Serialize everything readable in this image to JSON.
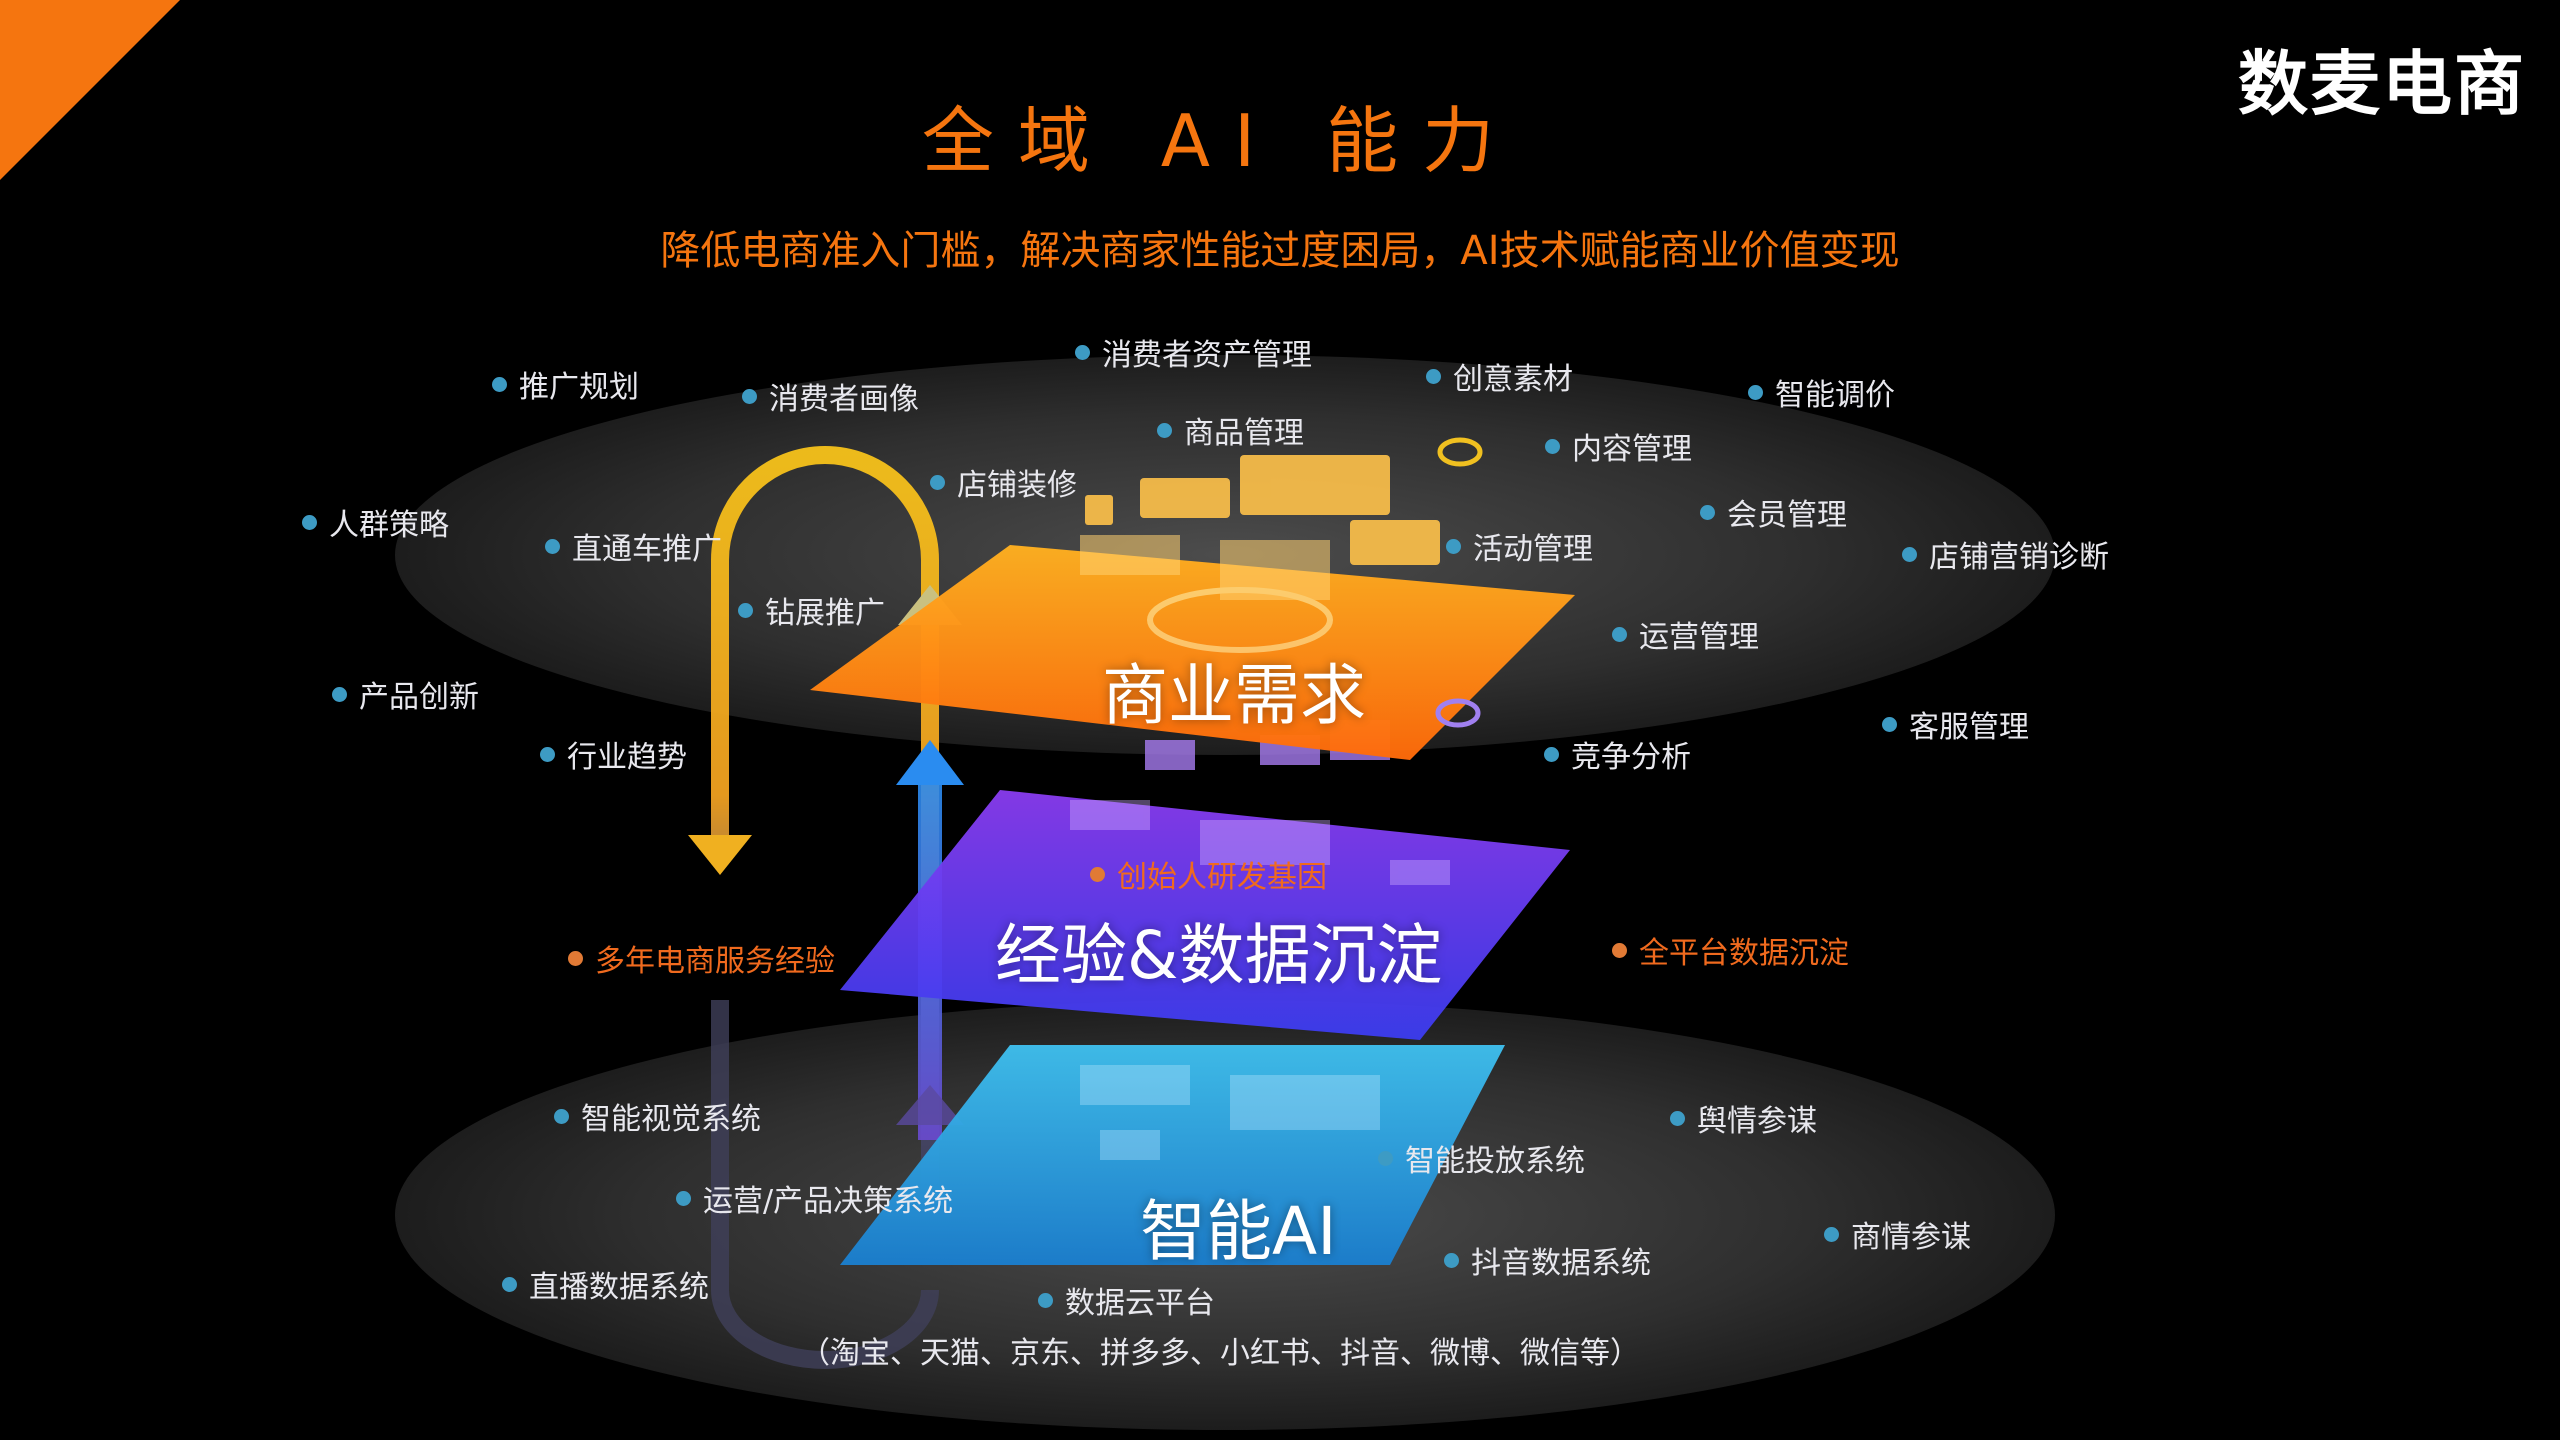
{
  "brand": {
    "logo": "数麦电商",
    "accent": "#f5750f"
  },
  "title": "全域 AI 能力",
  "subtitle": "降低电商准入门槛，解决商家性能过度困局，AI技术赋能商业价值变现",
  "layers": {
    "top": "商业需求",
    "middle": "经验&数据沉淀",
    "bottom": "智能AI"
  },
  "top_labels": [
    "推广规划",
    "消费者画像",
    "消费者资产管理",
    "创意素材",
    "智能调价",
    "商品管理",
    "内容管理",
    "店铺装修",
    "人群策略",
    "直通车推广",
    "会员管理",
    "活动管理",
    "店铺营销诊断",
    "钻展推广",
    "运营管理",
    "产品创新",
    "客服管理",
    "行业趋势",
    "竞争分析"
  ],
  "middle_labels": [
    "创始人研发基因",
    "多年电商服务经验",
    "全平台数据沉淀"
  ],
  "bottom_labels": [
    "智能视觉系统",
    "舆情参谋",
    "智能投放系统",
    "运营/产品决策系统",
    "商情参谋",
    "直播数据系统",
    "抖音数据系统",
    "数据云平台"
  ],
  "platforms_note": "（淘宝、天猫、京东、拼多多、小红书、抖音、微博、微信等）",
  "colors": {
    "dot_blue": "#3d9bc4",
    "dot_orange": "#e17a35",
    "layer_top": "#ff8a12",
    "layer_middle": "#6b3cf0",
    "layer_bottom": "#2aa5e0"
  }
}
